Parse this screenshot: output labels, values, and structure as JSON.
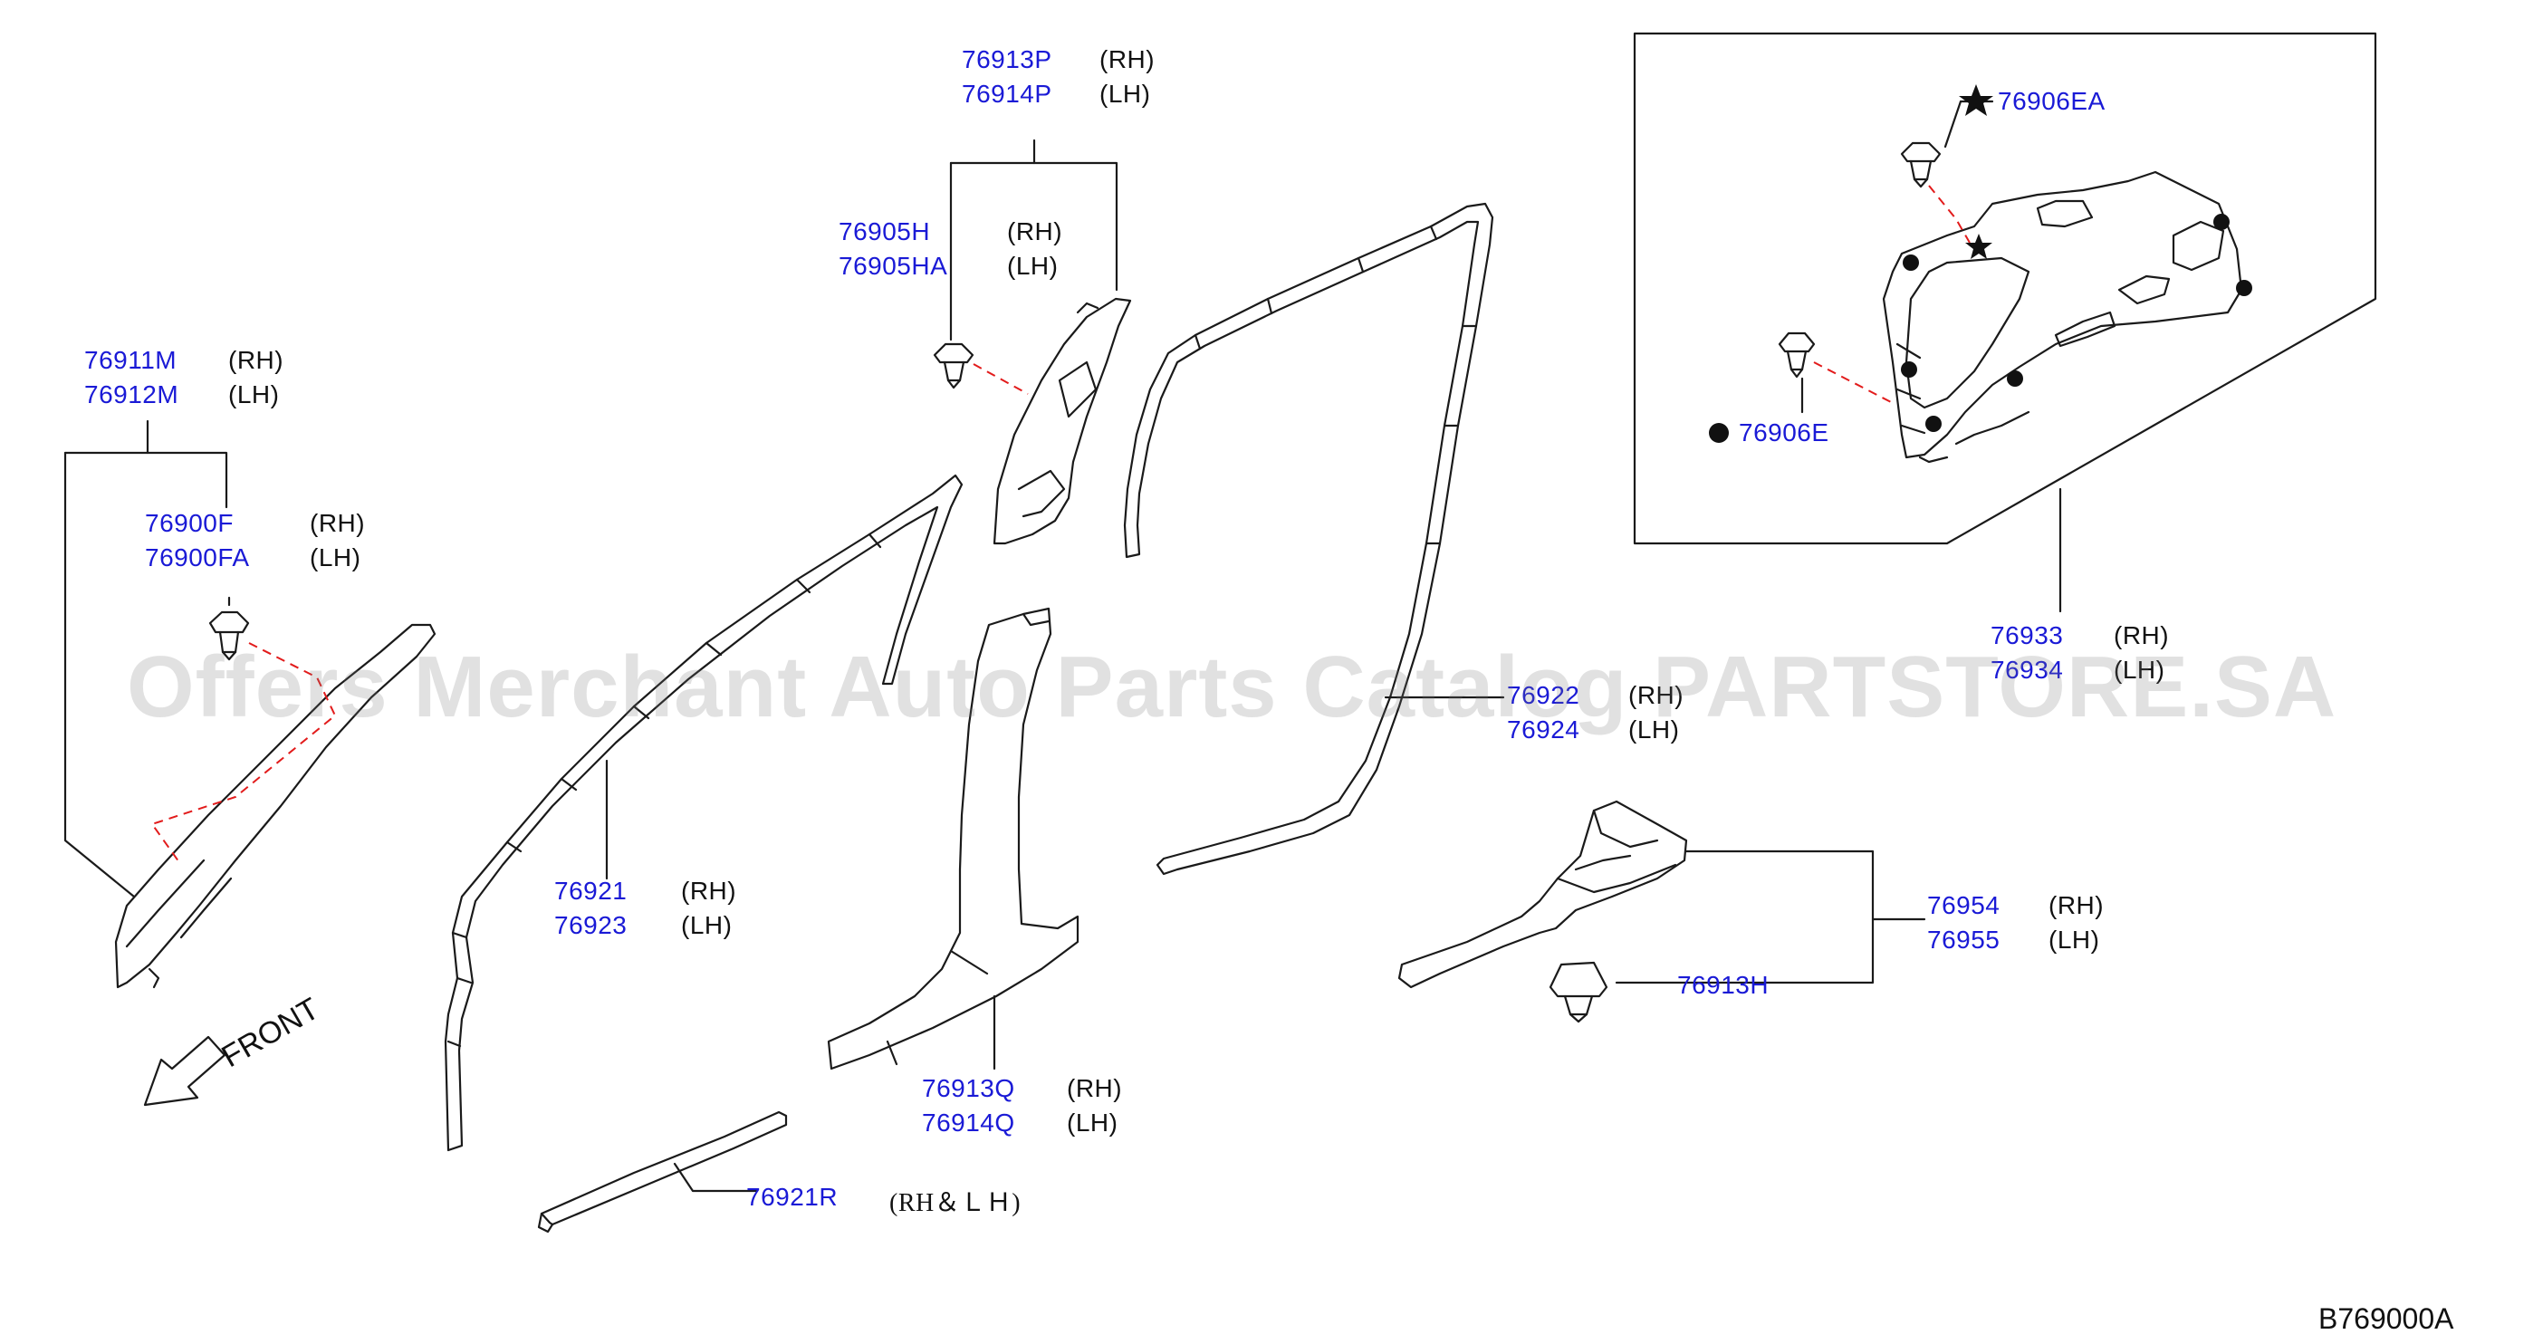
{
  "watermark": "Offers Merchant Auto Parts Catalog PARTSTORE.SA",
  "diagram_code": "B769000A",
  "front_label": "FRONT",
  "callouts": [
    {
      "id": "76913P",
      "side": "(RH)"
    },
    {
      "id": "76914P",
      "side": "(LH)"
    },
    {
      "id": "76905H",
      "side": "(RH)"
    },
    {
      "id": "76905HA",
      "side": "(LH)"
    },
    {
      "id": "76911M",
      "side": "(RH)"
    },
    {
      "id": "76912M",
      "side": "(LH)"
    },
    {
      "id": "76900F",
      "side": "(RH)"
    },
    {
      "id": "76900FA",
      "side": "(LH)"
    },
    {
      "id": "76921",
      "side": "(RH)"
    },
    {
      "id": "76923",
      "side": "(LH)"
    },
    {
      "id": "76913Q",
      "side": "(RH)"
    },
    {
      "id": "76914Q",
      "side": "(LH)"
    },
    {
      "id": "76921R",
      "side": "(RH＆ＬＨ)"
    },
    {
      "id": "76933",
      "side": "(RH)"
    },
    {
      "id": "76934",
      "side": "(LH)"
    },
    {
      "id": "76922",
      "side": "(RH)"
    },
    {
      "id": "76924",
      "side": "(LH)"
    },
    {
      "id": "76954",
      "side": "(RH)"
    },
    {
      "id": "76955",
      "side": "(LH)"
    },
    {
      "id": "76913H",
      "side": ""
    },
    {
      "id": "76906EA",
      "side": ""
    },
    {
      "id": "76906E",
      "side": ""
    }
  ]
}
